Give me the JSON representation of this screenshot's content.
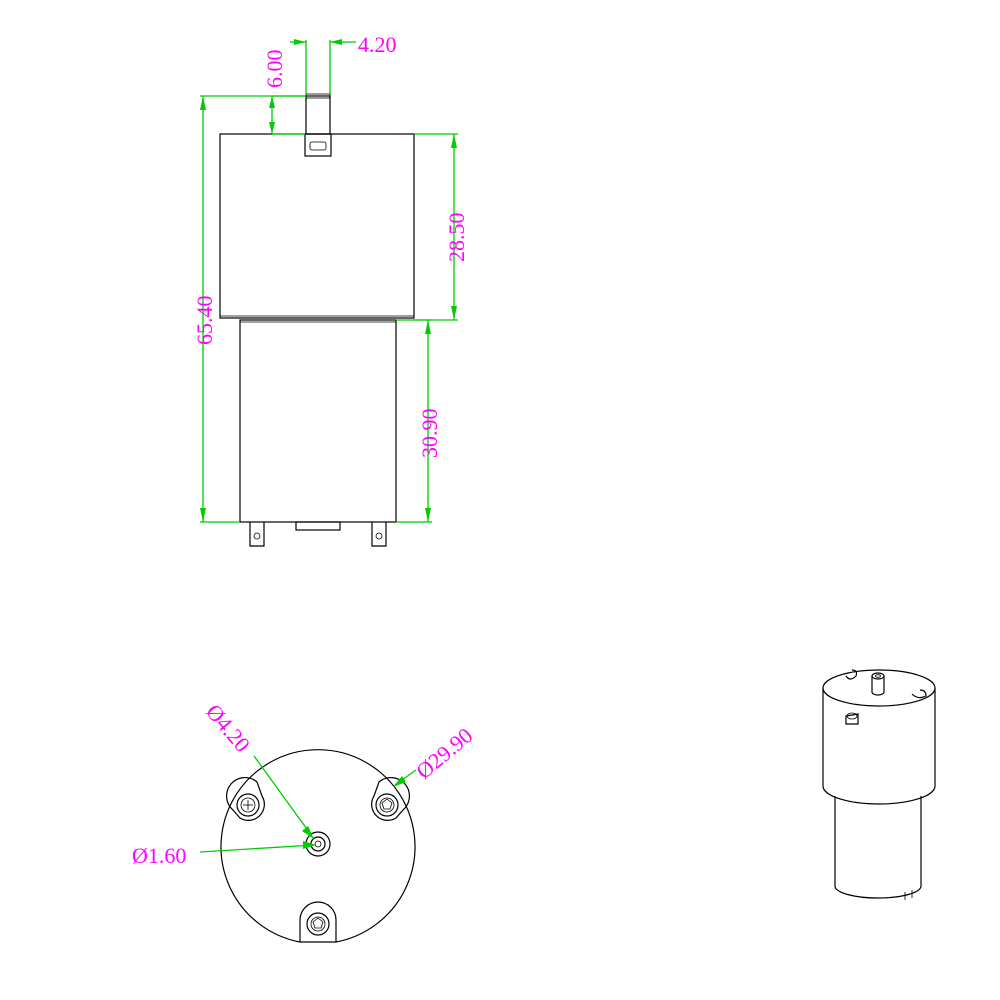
{
  "colors": {
    "outline": "#000000",
    "dimension_line": "#00cc00",
    "dimension_text": "#ff00ff",
    "background": "#ffffff"
  },
  "dimensions": {
    "shaft_flat_offset": "6.00",
    "shaft_width": "4.20",
    "overall_length": "65.40",
    "gearbox_length": "28.50",
    "motor_length": "30.90",
    "shaft_diameter": "Ø4.20",
    "body_diameter": "Ø29.90",
    "shaft_flat_diameter": "Ø1.60"
  }
}
